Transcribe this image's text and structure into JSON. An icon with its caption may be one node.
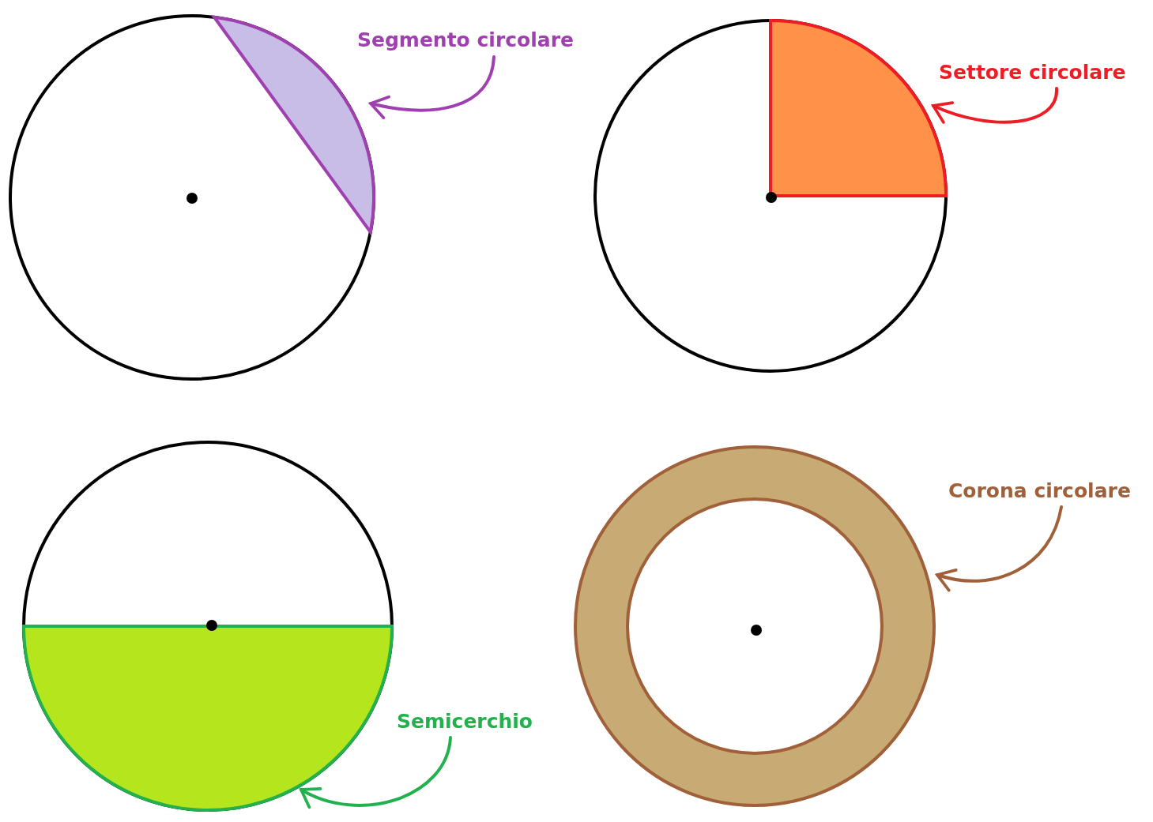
{
  "diagram": {
    "nodes": [
      {
        "text": [
          "Segmento circolare"
        ]
      },
      {
        "text": [],
        "shape": "segment"
      },
      {
        "text": [
          "Settore circolare"
        ]
      },
      {
        "text": [],
        "shape": "sector"
      },
      {
        "text": [
          "Semicerchio"
        ]
      },
      {
        "text": [],
        "shape": "semicircle"
      },
      {
        "text": [
          "Corona circolare"
        ]
      },
      {
        "text": [],
        "shape": "ring"
      }
    ],
    "edges": [
      {
        "from": 0,
        "to": 1,
        "arrow": "to",
        "color": "#a040b0"
      },
      {
        "from": 2,
        "to": 3,
        "arrow": "to",
        "color": "#ee1c24"
      },
      {
        "from": 4,
        "to": 5,
        "arrow": "to",
        "color": "#22b14c"
      },
      {
        "from": 6,
        "to": 7,
        "arrow": "to",
        "color": "#a0603a"
      }
    ]
  }
}
